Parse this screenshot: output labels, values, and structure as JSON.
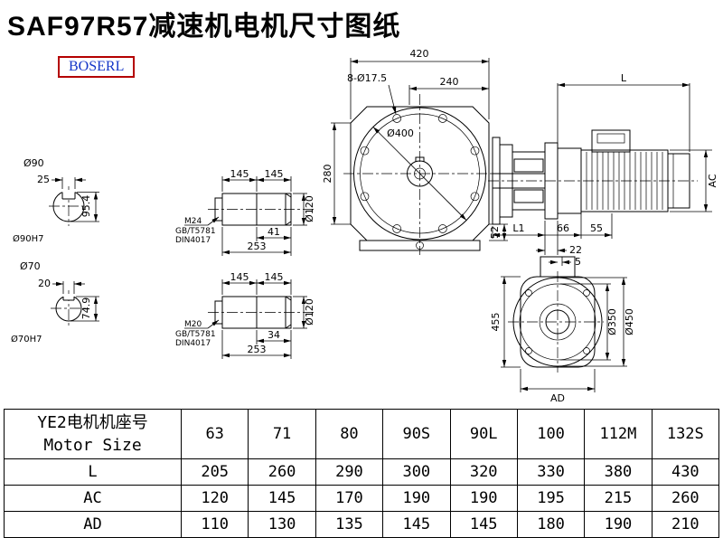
{
  "title": "SAF97R57减速机电机尺寸图纸",
  "logo": "BOSERL",
  "drawing": {
    "front": {
      "d420": "420",
      "d240": "240",
      "holes": "8-Ø17.5",
      "d400": "Ø400",
      "d280": "280",
      "d52": "52"
    },
    "side": {
      "L": "L",
      "AC": "AC",
      "L1": "L1",
      "d66": "66",
      "d55": "55",
      "d22": "22",
      "d5": "5"
    },
    "flange": {
      "d455": "455",
      "d350": "Ø350",
      "d450": "Ø450",
      "AD": "AD"
    },
    "sec90": {
      "dia": "Ø90",
      "key": "25",
      "h": "95.4",
      "fit": "Ø90H7"
    },
    "sec70": {
      "dia": "Ø70",
      "key": "20",
      "h": "74.9",
      "fit": "Ø70H7"
    },
    "shaft1": {
      "l1": "145",
      "l2": "145",
      "dia": "Ø120",
      "thread": "M24",
      "std1": "GB/T5781",
      "std2": "DIN4017",
      "lt": "41",
      "total": "253"
    },
    "shaft2": {
      "l1": "145",
      "l2": "145",
      "dia": "Ø120",
      "thread": "M20",
      "std1": "GB/T5781",
      "std2": "DIN4017",
      "lt": "34",
      "total": "253"
    }
  },
  "table": {
    "header_cn": "YE2电机机座号",
    "header_en": "Motor Size",
    "motor_sizes": [
      "63",
      "71",
      "80",
      "90S",
      "90L",
      "100",
      "112M",
      "132S"
    ],
    "rows": [
      {
        "label": "L",
        "values": [
          "205",
          "260",
          "290",
          "300",
          "320",
          "330",
          "380",
          "430"
        ]
      },
      {
        "label": "AC",
        "values": [
          "120",
          "145",
          "170",
          "190",
          "190",
          "195",
          "215",
          "260"
        ]
      },
      {
        "label": "AD",
        "values": [
          "110",
          "130",
          "135",
          "145",
          "145",
          "180",
          "190",
          "210"
        ]
      }
    ]
  }
}
